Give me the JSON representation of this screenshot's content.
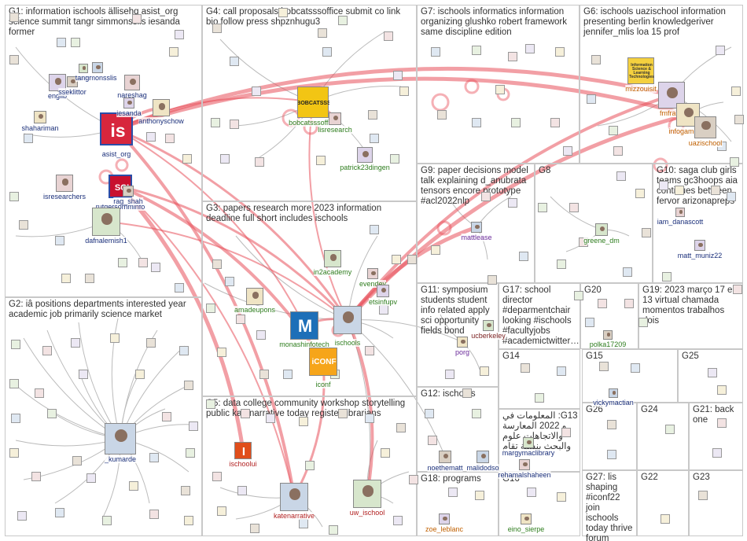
{
  "colors": {
    "edge_heavy": "#e8505b",
    "edge_light": "#bbbbbb",
    "group_border": "#c8c8c8",
    "label_default": "#1a2f7a",
    "label_green": "#2e7d1e",
    "label_red": "#b22222",
    "label_orange": "#c06000",
    "label_purple": "#6a2a9a",
    "label_maroon": "#7a1f1f"
  },
  "groups": [
    {
      "id": "G1",
      "title": "G1: information ischools ällisehq asist_org science summit tangr simmonsslis iesanda former"
    },
    {
      "id": "G2",
      "title": "G2: iâ positions departments interested year academic job primarily science market"
    },
    {
      "id": "G3",
      "title": "G3: papers research more 2023 information deadline full short includes ischools"
    },
    {
      "id": "G4",
      "title": "G4: call proposals bobcatsssoffice submit co link bio follow press shpznhugu3"
    },
    {
      "id": "G5",
      "title": "G5: data college community workshop storytelling public katenarrative today register librarians"
    },
    {
      "id": "G6",
      "title": "G6: ischools uazischool information presenting berlin knowledgeriver jennifer_mlis loa 15 prof"
    },
    {
      "id": "G7",
      "title": "G7: ischools informatics information organizing glushko robert framework same discipline edition"
    },
    {
      "id": "G8",
      "title": "G8"
    },
    {
      "id": "G9",
      "title": "G9: paper decisions model talk explaining d_anubrata tensors encore prototype #acl2022nlp"
    },
    {
      "id": "G10",
      "title": "G10: saga club girls teams gc3hoops aia continues between fervor arizonapreps"
    },
    {
      "id": "G11",
      "title": "G11: symposium students student info related apply sci opportunity fields bond"
    },
    {
      "id": "G12",
      "title": "G12: ischools"
    },
    {
      "id": "G13",
      "title": "G13: المعلومات في و 2022 المعارسة والاتجاهات علوم والبحث بنسبة تقام"
    },
    {
      "id": "G14",
      "title": "G14"
    },
    {
      "id": "G15",
      "title": "G15"
    },
    {
      "id": "G16",
      "title": "G16"
    },
    {
      "id": "G17",
      "title": "G17: school director #deparmentchair looking #ischools #facultyjobs #academictwitter…"
    },
    {
      "id": "G18",
      "title": "G18: programs"
    },
    {
      "id": "G19",
      "title": "G19: 2023 março 17 em 13 virtual chamada momentos trabalhos dois"
    },
    {
      "id": "G20",
      "title": "G20"
    },
    {
      "id": "G21",
      "title": "G21: back one"
    },
    {
      "id": "G22",
      "title": "G22"
    },
    {
      "id": "G23",
      "title": "G23"
    },
    {
      "id": "G24",
      "title": "G24"
    },
    {
      "id": "G25",
      "title": "G25"
    },
    {
      "id": "G26",
      "title": "G26"
    },
    {
      "id": "G27",
      "title": "G27: lis shaping #iconf22 join ischools today thrive forum grow…"
    }
  ],
  "nodes": [
    {
      "id": "asist_org",
      "label": "asist_org",
      "color": "label_default",
      "logo": "is"
    },
    {
      "id": "sci",
      "label": "rutgersomminfo",
      "color": "label_default",
      "logo": "SCI"
    },
    {
      "id": "dafnalemish1",
      "label": "dafnalemish1",
      "color": "label_default"
    },
    {
      "id": "isresearchers",
      "label": "isresearchers",
      "color": "label_default"
    },
    {
      "id": "englib",
      "label": "englib",
      "color": "label_default"
    },
    {
      "id": "shahariman",
      "label": "shahariman",
      "color": "label_default"
    },
    {
      "id": "sseklittor",
      "label": "sseklittor",
      "color": "label_default"
    },
    {
      "id": "simmonsslis",
      "label": "simmonsslis",
      "color": "label_default"
    },
    {
      "id": "tangr",
      "label": "tangr",
      "color": "label_default"
    },
    {
      "id": "nareshag",
      "label": "nareshag",
      "color": "label_default"
    },
    {
      "id": "iesanda",
      "label": "iesanda",
      "color": "label_default"
    },
    {
      "id": "anthonyschow",
      "label": "anthonyschow",
      "color": "label_default"
    },
    {
      "id": "rag_shah",
      "label": "rag_shah",
      "color": "label_default"
    },
    {
      "id": "_kumarde",
      "label": "_kumarde",
      "color": "label_default"
    },
    {
      "id": "bobcatsssoffice",
      "label": "bobcatsssoffice",
      "color": "label_green",
      "logo": "BOBCATSSS"
    },
    {
      "id": "lisresearch",
      "label": "lisresearch",
      "color": "label_green"
    },
    {
      "id": "patrick23dingen",
      "label": "patrick23dingen",
      "color": "label_green"
    },
    {
      "id": "amadeupons",
      "label": "amadeupons",
      "color": "label_green"
    },
    {
      "id": "monashinfotech",
      "label": "monashinfotech",
      "color": "label_green",
      "logo": "M"
    },
    {
      "id": "ischools",
      "label": "ischools",
      "color": "label_green"
    },
    {
      "id": "in2academy",
      "label": "in2academy",
      "color": "label_green"
    },
    {
      "id": "evendey",
      "label": "evendey",
      "color": "label_green"
    },
    {
      "id": "etsinfupv",
      "label": "etsinfupv",
      "color": "label_green"
    },
    {
      "id": "iconf",
      "label": "iconf",
      "color": "label_green",
      "logo": "iCONF"
    },
    {
      "id": "ischoolui",
      "label": "ischoolui",
      "color": "label_red",
      "logo": "I"
    },
    {
      "id": "katenarrative",
      "label": "katenarrative",
      "color": "label_red"
    },
    {
      "id": "uw_ischool",
      "label": "uw_ischool",
      "color": "label_red"
    },
    {
      "id": "mizzouisit",
      "label": "mizzouisit",
      "color": "label_orange",
      "logo": "Information Science & Learning Technologies"
    },
    {
      "id": "fmfranc",
      "label": "fmfranc",
      "color": "label_orange"
    },
    {
      "id": "infogamerist",
      "label": "infogamerist",
      "color": "label_orange"
    },
    {
      "id": "uazischool",
      "label": "uazischool",
      "color": "label_orange"
    },
    {
      "id": "mattlease",
      "label": "mattlease",
      "color": "label_purple"
    },
    {
      "id": "greene_dm",
      "label": "greene_dm",
      "color": "label_green"
    },
    {
      "id": "iam_danascott",
      "label": "iam_danascott",
      "color": "label_default"
    },
    {
      "id": "matt_muniz22",
      "label": "matt_muniz22",
      "color": "label_default"
    },
    {
      "id": "porg",
      "label": "porg",
      "color": "label_purple"
    },
    {
      "id": "noethematt",
      "label": "noethematt",
      "color": "label_default"
    },
    {
      "id": "malidodso",
      "label": "malidodso",
      "color": "label_default"
    },
    {
      "id": "margymaclibrary",
      "label": "margymaclibrary",
      "color": "label_default"
    },
    {
      "id": "rehamalshaheen",
      "label": "rehamalshaheen",
      "color": "label_default"
    },
    {
      "id": "zoe_leblanc",
      "label": "zoe_leblanc",
      "color": "label_orange"
    },
    {
      "id": "eino_sierpe",
      "label": "eino_sierpe",
      "color": "label_green"
    },
    {
      "id": "polka17209",
      "label": "polka17209",
      "color": "label_green"
    },
    {
      "id": "vickymactian",
      "label": "vickymactian",
      "color": "label_default"
    },
    {
      "id": "ucberkeley",
      "label": "ucberkeley",
      "color": "label_maroon"
    }
  ]
}
